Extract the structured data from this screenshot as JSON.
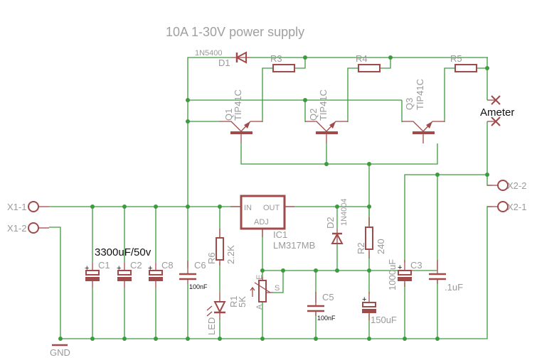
{
  "title": "10A 1-30V power supply",
  "note_caps": "3300uF/50v",
  "ameter_label": "Ameter",
  "gnd_label": "GND",
  "connectors": {
    "x1_1": "X1-1",
    "x1_2": "X1-2",
    "x2_1": "X2-1",
    "x2_2": "X2-2"
  },
  "components": {
    "d1": {
      "name": "D1",
      "value": "1N5400"
    },
    "d2": {
      "name": "D2",
      "value": "1N4004"
    },
    "r1": {
      "name": "R1",
      "value": "5K"
    },
    "r2": {
      "name": "R2",
      "value": "240"
    },
    "r3": {
      "name": "R3"
    },
    "r4": {
      "name": "R4"
    },
    "r5": {
      "name": "R5"
    },
    "r6": {
      "name": "R6",
      "value": "2.2K"
    },
    "q1": {
      "name": "Q1",
      "value": "TIP41C"
    },
    "q2": {
      "name": "Q2",
      "value": "TIP41C"
    },
    "q3": {
      "name": "Q3",
      "value": "TIP41C"
    },
    "c1": {
      "name": "C1"
    },
    "c2": {
      "name": "C2"
    },
    "c8": {
      "name": "C8"
    },
    "c6": {
      "name": "C6",
      "value": "100nF"
    },
    "c5": {
      "name": "C5",
      "value": "100nF"
    },
    "c3": {
      "name": "C3",
      "value": "1000uF"
    },
    "c4": {
      "value": ".1uF"
    },
    "c7": {
      "value": "150uF"
    },
    "ic1": {
      "name": "IC1",
      "value": "LM317MB",
      "pin_in": "IN",
      "pin_out": "OUT",
      "pin_adj": "ADJ"
    },
    "led": {
      "name": "LED"
    },
    "pot_pins": {
      "a": "A",
      "e": "E",
      "s": "S"
    }
  },
  "plus_sign": "+"
}
